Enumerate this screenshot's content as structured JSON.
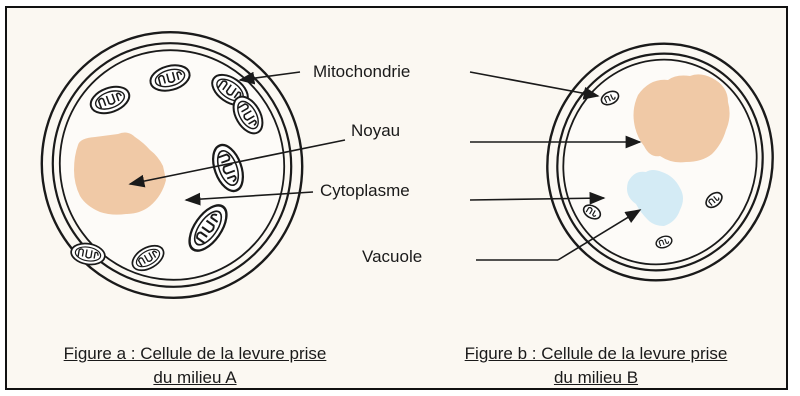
{
  "labels": {
    "mitochondrie": "Mitochondrie",
    "noyau": "Noyau",
    "cytoplasme": "Cytoplasme",
    "vacuole": "Vacuole"
  },
  "captions": {
    "fig_a_line1": "Figure a : Cellule de la levure prise",
    "fig_a_line2": "du milieu A",
    "fig_b_line1": "Figure b : Cellule de la levure prise",
    "fig_b_line2": "du milieu B"
  },
  "colors": {
    "nucleus": "#f0c9a6",
    "vacuole": "#d4ebf5",
    "outline": "#1a1a1a",
    "background": "#fbf8f2"
  }
}
